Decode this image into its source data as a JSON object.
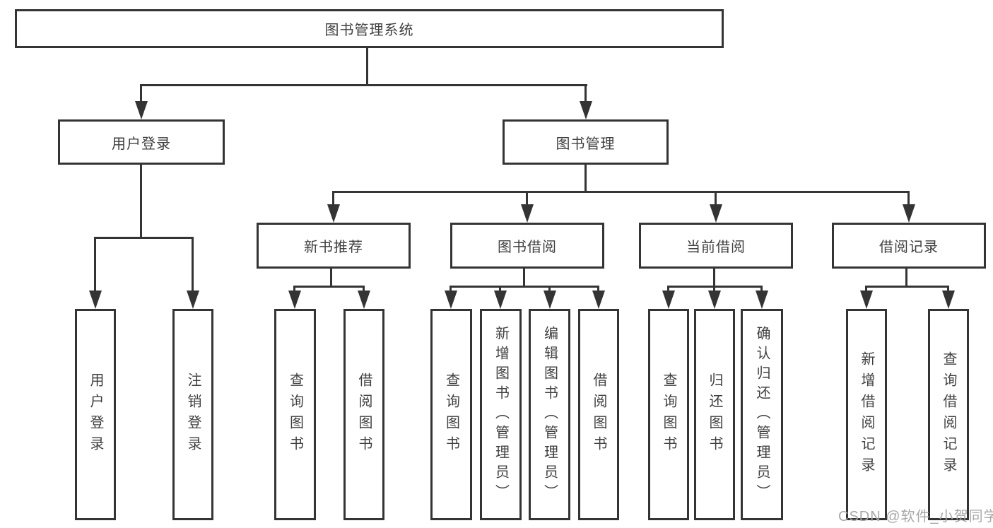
{
  "nodes": {
    "root": "图书管理系统",
    "level2": {
      "user_login": "用户登录",
      "book_management": "图书管理"
    },
    "level3": {
      "new_book_recommend": "新书推荐",
      "book_borrow": "图书借阅",
      "current_borrow": "当前借阅",
      "borrow_record": "借阅记录"
    },
    "leaves": {
      "user_login": "用户登录",
      "logout_login": "注销登录",
      "query_book_recommend": "查询图书",
      "borrow_book_recommend": "借阅图书",
      "query_book_borrow": "查询图书",
      "add_book_admin": "新增图书（管理员）",
      "edit_book_admin": "编辑图书（管理员）",
      "borrow_book_borrow": "借阅图书",
      "query_book_current": "查询图书",
      "return_book": "归还图书",
      "confirm_return_admin": "确认归还（管理员）",
      "add_borrow_record": "新增借阅记录",
      "query_borrow_record": "查询借阅记录"
    },
    "watermark": "CSDN @软件_小贺同学"
  },
  "colors": {
    "line": "#343434",
    "text": "#3f3f3f",
    "watermark": "#a8a8a8",
    "background": "#ffffff"
  }
}
